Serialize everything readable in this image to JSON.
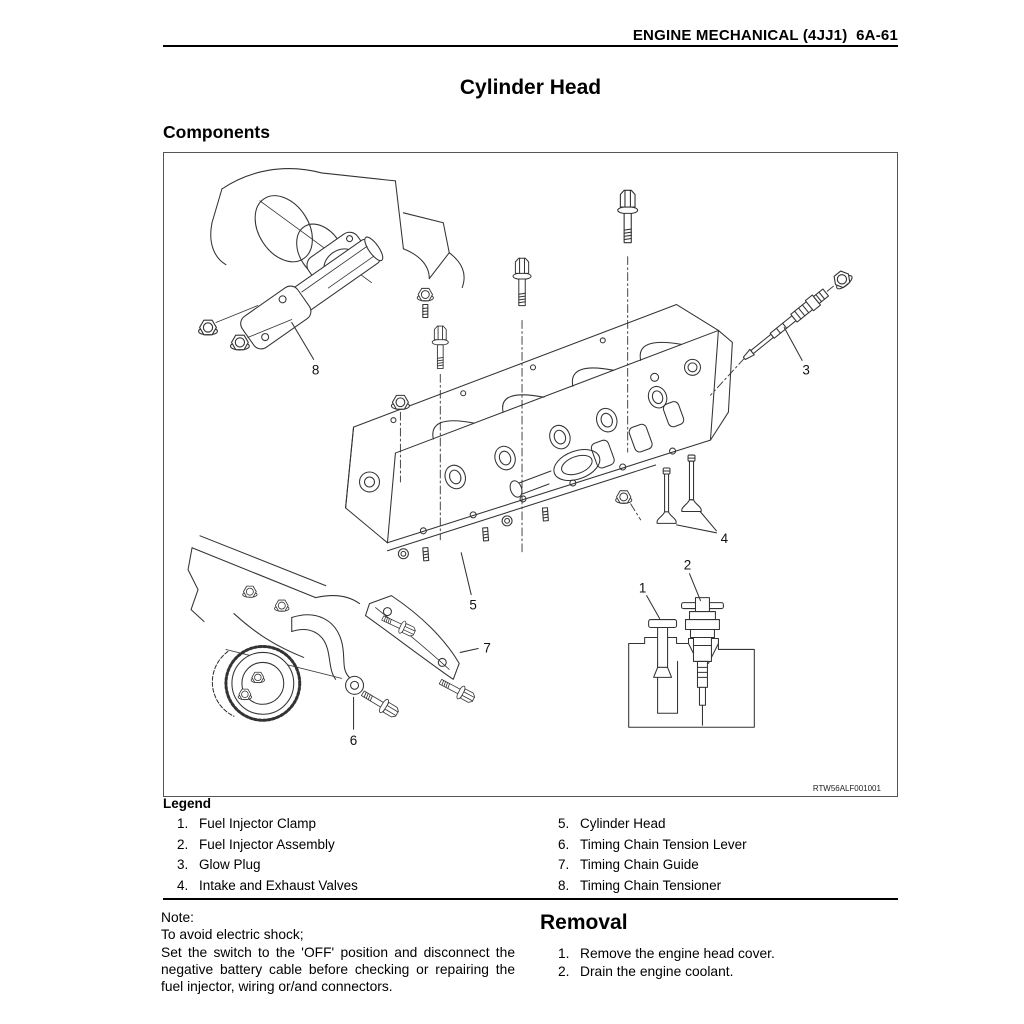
{
  "page": {
    "header": "ENGINE MECHANICAL (4JJ1)  6A-61",
    "title": "Cylinder Head",
    "components_heading": "Components"
  },
  "diagram": {
    "figure_code": "RTW56ALF001001",
    "callouts": [
      {
        "n": "1"
      },
      {
        "n": "2"
      },
      {
        "n": "3"
      },
      {
        "n": "4"
      },
      {
        "n": "5"
      },
      {
        "n": "6"
      },
      {
        "n": "7"
      },
      {
        "n": "8"
      }
    ]
  },
  "legend": {
    "heading": "Legend",
    "rows": [
      {
        "ln": "1.",
        "ll": "Fuel Injector Clamp",
        "rn": "5.",
        "rl": "Cylinder Head"
      },
      {
        "ln": "2.",
        "ll": "Fuel Injector Assembly",
        "rn": "6.",
        "rl": "Timing Chain Tension Lever"
      },
      {
        "ln": "3.",
        "ll": "Glow Plug",
        "rn": "7.",
        "rl": "Timing Chain Guide"
      },
      {
        "ln": "4.",
        "ll": "Intake and Exhaust Valves",
        "rn": "8.",
        "rl": "Timing Chain Tensioner"
      }
    ]
  },
  "note": {
    "heading": "Note:",
    "intro": "To avoid electric shock;",
    "body": "Set the switch to the 'OFF' position and disconnect the negative battery cable before checking or repairing the fuel injector, wiring or/and connectors."
  },
  "removal": {
    "heading": "Removal",
    "steps": [
      {
        "num": "1.",
        "text": "Remove the engine head cover."
      },
      {
        "num": "2.",
        "text": "Drain the engine coolant."
      }
    ]
  }
}
